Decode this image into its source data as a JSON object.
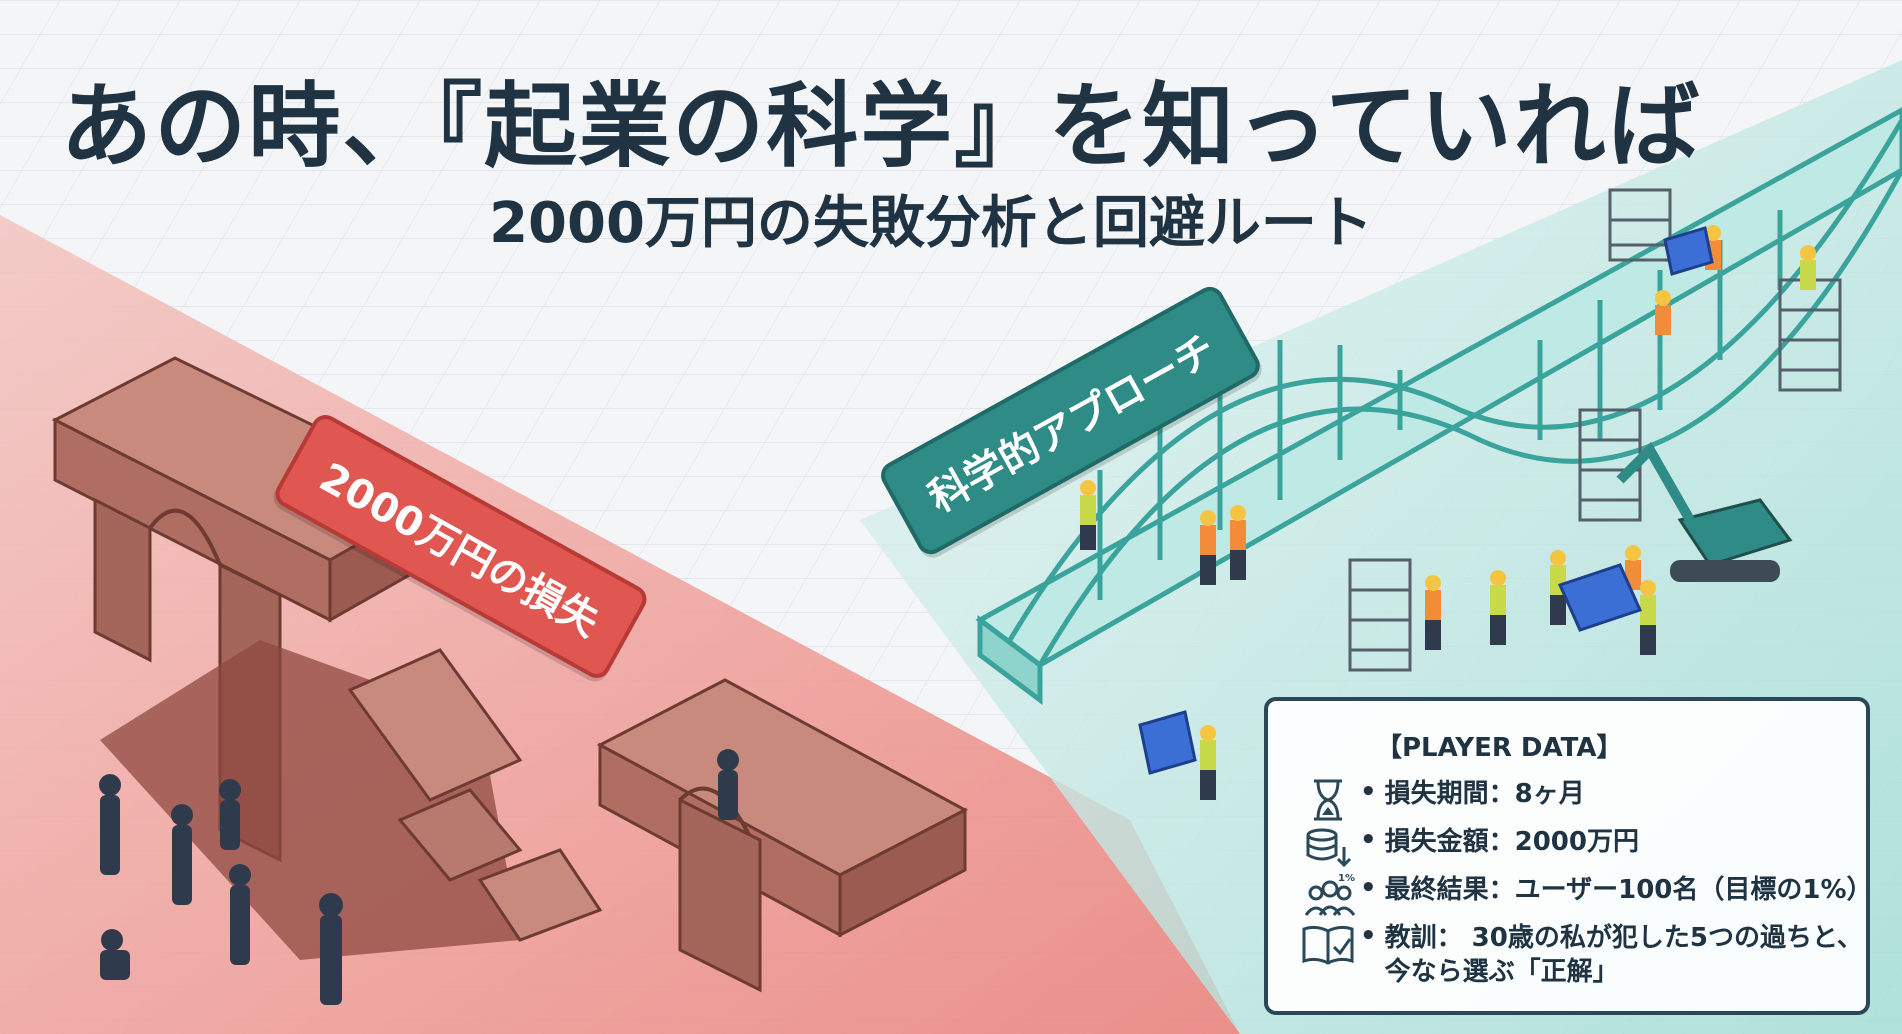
{
  "header": {
    "title": "あの時、『起業の科学』を知っていれば",
    "subtitle": "2000万円の失敗分析と回避ルート"
  },
  "bubbles": {
    "loss": "2000万円の損失",
    "science": "科学的アプローチ"
  },
  "player_data": {
    "heading": "【PLAYER DATA】",
    "rows": [
      {
        "icon": "hourglass-icon",
        "label": "損失期間：8ヶ月"
      },
      {
        "icon": "coins-down-icon",
        "label": "損失金額：2000万円"
      },
      {
        "icon": "users-1percent-icon",
        "label": "最終結果：ユーザー100名（目標の1%）"
      },
      {
        "icon": "book-check-icon",
        "label": "教訓： 30歳の私が犯した5つの過ちと、\n今なら選ぶ「正解」"
      }
    ],
    "icon_badge": "1%"
  },
  "colors": {
    "loss_red": "#e05650",
    "science_teal": "#2e8b86",
    "title_navy": "#1f3342"
  }
}
